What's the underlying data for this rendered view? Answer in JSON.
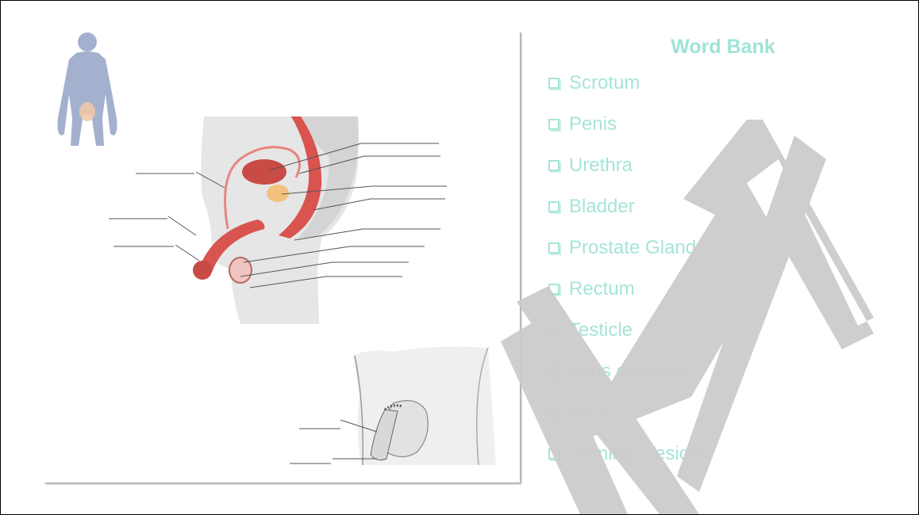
{
  "word_bank": {
    "title": "Word Bank",
    "items": [
      "Scrotum",
      "Penis",
      "Urethra",
      "Bladder",
      "Prostate Gland",
      "Rectum",
      "Testicle",
      "Vans deferens",
      "Anus",
      "Seminal Vesicle"
    ]
  },
  "watermark": {
    "text": "NET",
    "color": "#cccccc"
  },
  "colors": {
    "accent": "#9fe3d6",
    "body_silhouette": "#9aa9c9",
    "organ": "#d9534f"
  },
  "icons": [
    "checkbox-icon",
    "human-silhouette-icon"
  ]
}
